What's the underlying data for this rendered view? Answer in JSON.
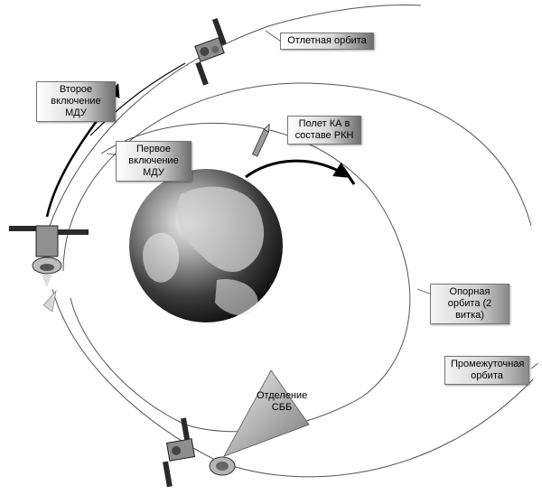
{
  "labels": {
    "departure_orbit": "Отлетная орбита",
    "second_burn": "Второе включение МДУ",
    "first_burn": "Первое включение МДУ",
    "flight_with_lv": "Полет КА в составе РКН",
    "parking_orbit": "Опорная орбита (2 витка)",
    "intermediate_orbit": "Промежуточная орбита",
    "separation": "Отделение СББ"
  },
  "icons": {
    "earth": "earth-globe-icon",
    "spacecraft": "spacecraft-icon",
    "rocket": "launch-vehicle-icon",
    "tank": "drop-tank-icon"
  },
  "colors": {
    "orbit_line": "#555555",
    "trajectory": "#000000",
    "label_dark": "#6f6f6f",
    "label_light": "#ffffff"
  }
}
